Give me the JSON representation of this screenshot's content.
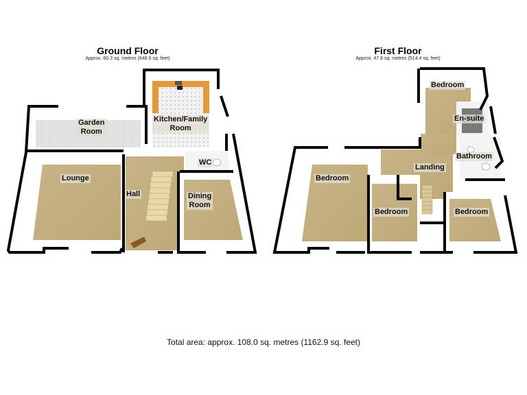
{
  "ground_floor": {
    "title": "Ground Floor",
    "area": "Approx. 60.3 sq. metres (648.5 sq. feet)",
    "rooms": {
      "garden_room_1": "Garden",
      "garden_room_2": "Room",
      "kitchen_1": "Kitchen/Family",
      "kitchen_2": "Room",
      "wc": "WC",
      "lounge": "Lounge",
      "hall": "Hall",
      "dining_1": "Dining",
      "dining_2": "Room"
    }
  },
  "first_floor": {
    "title": "First Floor",
    "area": "Approx. 47.8 sq. metres (514.4 sq. feet)",
    "rooms": {
      "bedroom_top": "Bedroom",
      "ensuite": "En-suite",
      "bathroom": "Bathroom",
      "landing": "Landing",
      "bedroom_left": "Bedroom",
      "bedroom_middle": "Bedroom",
      "bedroom_right": "Bedroom"
    }
  },
  "total_area": "Total area: approx. 108.0 sq. metres (1162.9 sq. feet)",
  "colors": {
    "wall": "#000000",
    "carpet": "#c9b88a",
    "tile": "#e6e6e6",
    "worktop": "#e39a3a",
    "wall_face": "#f4f4f4"
  }
}
